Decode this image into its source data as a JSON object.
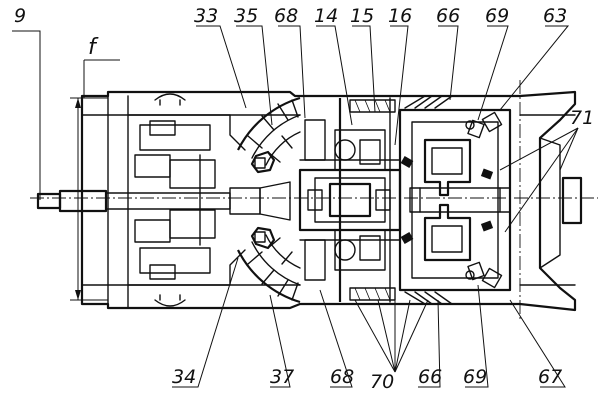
{
  "drawing": {
    "colors": {
      "ink": "#111111",
      "paper": "#ffffff"
    },
    "callouts": [
      {
        "id": "9",
        "text": "9"
      },
      {
        "id": "f",
        "text": "f"
      },
      {
        "id": "33",
        "text": "33"
      },
      {
        "id": "35",
        "text": "35"
      },
      {
        "id": "68_top",
        "text": "68"
      },
      {
        "id": "14",
        "text": "14"
      },
      {
        "id": "15",
        "text": "15"
      },
      {
        "id": "16",
        "text": "16"
      },
      {
        "id": "66_top",
        "text": "66"
      },
      {
        "id": "69_top",
        "text": "69"
      },
      {
        "id": "63",
        "text": "63"
      },
      {
        "id": "71",
        "text": "71"
      },
      {
        "id": "34",
        "text": "34"
      },
      {
        "id": "37",
        "text": "37"
      },
      {
        "id": "68_bottom",
        "text": "68"
      },
      {
        "id": "70",
        "text": "70"
      },
      {
        "id": "66_bottom",
        "text": "66"
      },
      {
        "id": "69_bottom",
        "text": "69"
      },
      {
        "id": "67",
        "text": "67"
      }
    ]
  }
}
